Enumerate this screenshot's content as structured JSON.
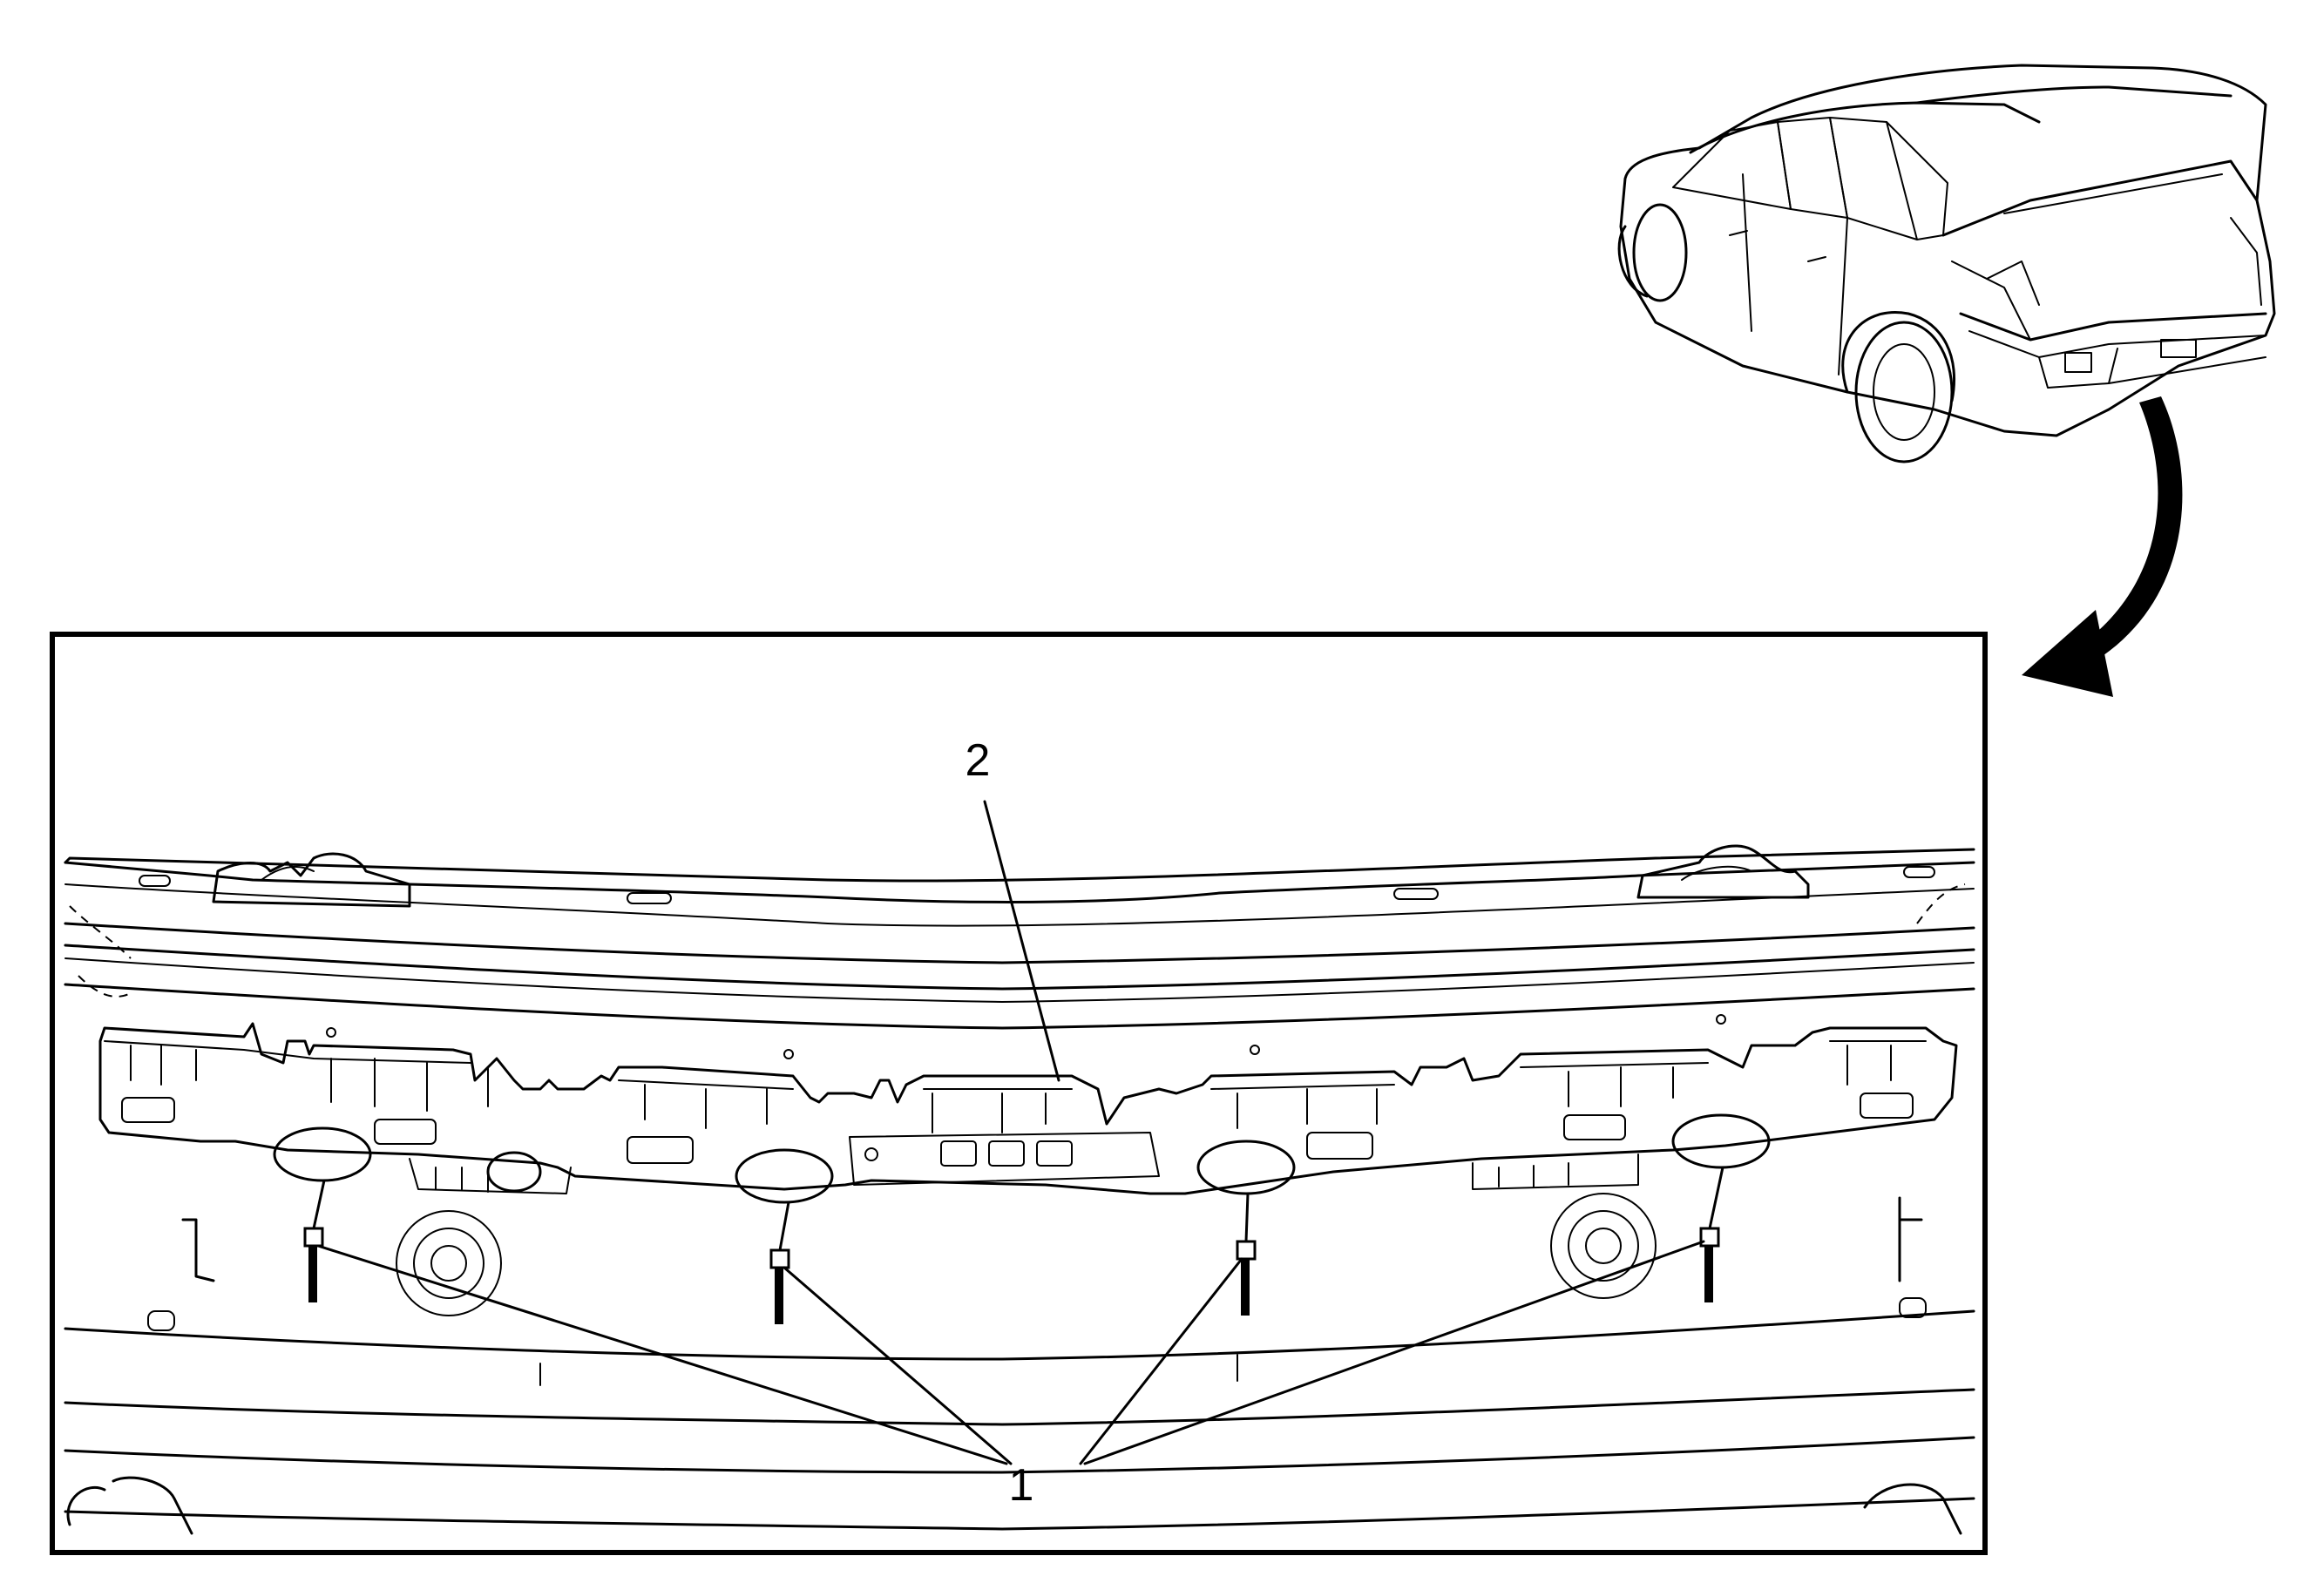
{
  "diagram": {
    "callouts": [
      {
        "id": "fasteners",
        "label": "1"
      },
      {
        "id": "energy-absorber",
        "label": "2"
      }
    ]
  }
}
